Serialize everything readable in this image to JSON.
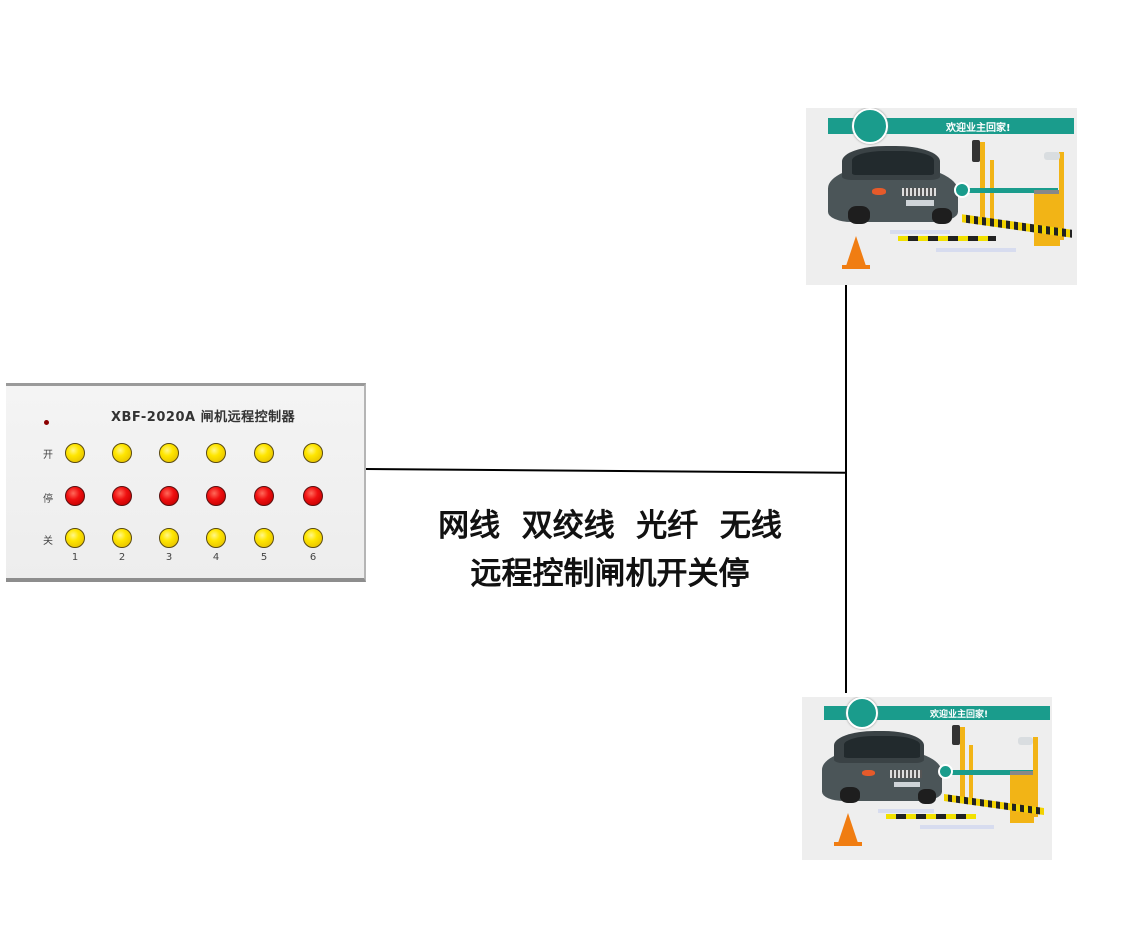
{
  "controller": {
    "title": "XBF-2020A 闸机远程控制器",
    "row_labels": [
      "开",
      "停",
      "关"
    ],
    "column_numbers": [
      "1",
      "2",
      "3",
      "4",
      "5",
      "6"
    ],
    "button_colors": {
      "open": "#ffe600",
      "stop": "#f01010",
      "close": "#ffe600"
    },
    "power_led_color": "#8b0000"
  },
  "caption": {
    "line1": "网线  双绞线  光纤  无线",
    "line2": "远程控制闸机开关停"
  },
  "gates": [
    {
      "banner_text": "欢迎业主回家!",
      "accent_color": "#1a9c8c"
    },
    {
      "banner_text": "欢迎业主回家!",
      "accent_color": "#1a9c8c"
    }
  ]
}
